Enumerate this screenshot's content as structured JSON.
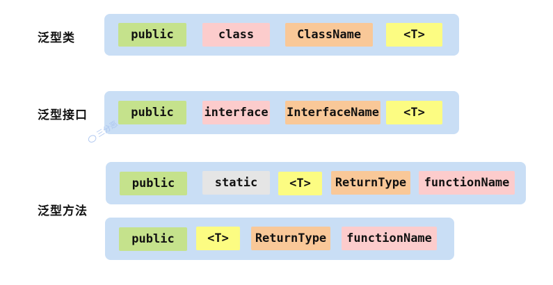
{
  "rows": {
    "generic_class": {
      "label": "泛型类",
      "tokens": [
        "public",
        "class",
        "ClassName",
        "<T>"
      ]
    },
    "generic_interface": {
      "label": "泛型接口",
      "tokens": [
        "public",
        "interface",
        "InterfaceName",
        "<T>"
      ]
    },
    "generic_method": {
      "label": "泛型方法",
      "static_tokens": [
        "public",
        "static",
        "<T>",
        "ReturnType",
        "functionName"
      ],
      "instance_tokens": [
        "public",
        "<T>",
        "ReturnType",
        "functionName"
      ]
    }
  },
  "watermark": {
    "text": "三分恶",
    "icon": "chat-bubble-icon"
  },
  "colors": {
    "group_box": "#c9def5",
    "modifier": "#c5e28c",
    "keyword_pink": "#fccccc",
    "name_orange": "#f9c898",
    "type_param_yellow": "#fcfc82",
    "static_gray": "#e5e5e5"
  }
}
